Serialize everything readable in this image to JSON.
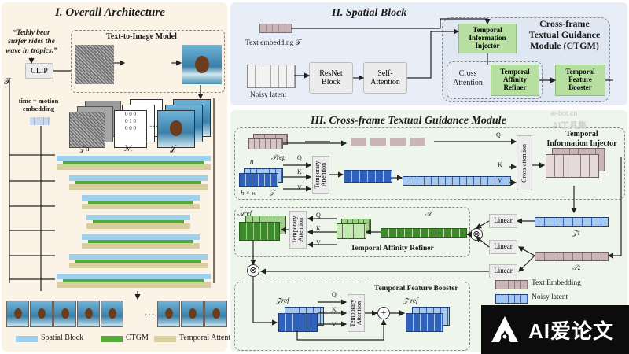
{
  "panel1": {
    "title": "I.  Overall Architecture",
    "prompt": "“Teddy bear surfer rides the wave in tropics.”",
    "clip": "CLIP",
    "t2i_title": "Text-to-Image Model",
    "embedding_label": "time + motion embedding",
    "sym_T": "𝒯",
    "sym_Zn": "𝒵n",
    "sym_M": "ℳ",
    "sym_I": "𝒥",
    "ellipsis": "…",
    "legend": {
      "spatial": "Spatial Block",
      "ctgm": "CTGM",
      "temporal": "Temporal Attention"
    }
  },
  "panel2": {
    "title": "II.  Spatial Block",
    "text_embedding": "Text embedding 𝒯",
    "noisy_latent": "Noisy latent",
    "resnet": "ResNet Block",
    "self_attention": "Self-Attention",
    "cross_attention": "Cross Attention",
    "injector": "Temporal Information Injector",
    "refiner": "Temporal Affinity Refiner",
    "booster": "Temporal Feature Booster",
    "ctgm_title": "Cross-frame Textual Guidance Module (CTGM)"
  },
  "panel3": {
    "title": "III.  Cross-frame Textual Guidance Module",
    "injector_title": "Temporal Information Injector",
    "refiner_title": "Temporal Affinity Refiner",
    "booster_title": "Temporal Feature Booster",
    "temporal_attention": "Temporary Attention",
    "cross_attention_v": "Cross-attention",
    "linear": "Linear",
    "q": "Q",
    "k": "K",
    "v": "V",
    "n": "n",
    "T_rep": "𝒯rep",
    "hxw": "h × w",
    "Z": "𝒵",
    "A": "𝒜",
    "A_ref": "𝒜ref",
    "Z_t": "𝒵t",
    "T_z": "𝒯z",
    "Z_ref": "𝒵ref",
    "Z_ref_prime": "𝒵′ref",
    "otimes": "⊗",
    "oplus": "+",
    "legend_text": "Text Embedding",
    "legend_noisy": "Noisy latent"
  },
  "watermark": {
    "small": "ai-bot.cn",
    "big": "AI工具集",
    "logo_text": "AI爱论文"
  },
  "colors": {
    "panel1_bg": "#faf3e6",
    "panel2_bg": "#e8eef7",
    "panel3_bg": "#eef5ea",
    "spatial": "#9fd0ee",
    "ctgm": "#57a83a",
    "temporal": "#d8ce9e",
    "latent_dark": "#2f62b8",
    "latent_light": "#a9c8ec",
    "text_emb": "#c9b5b8",
    "green_dark": "#3f8a2c"
  }
}
